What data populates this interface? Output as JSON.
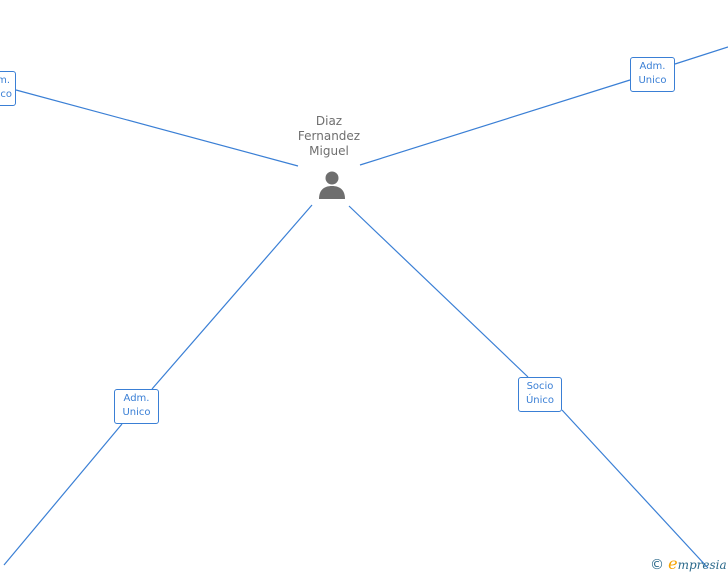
{
  "person": {
    "name_lines": [
      "Diaz",
      "Fernandez",
      "Miguel"
    ],
    "icon": "person-icon"
  },
  "roles": {
    "top_left": [
      "Adm.",
      "Unico"
    ],
    "top_right": [
      "Adm.",
      "Unico"
    ],
    "bottom_left": [
      "Adm.",
      "Unico"
    ],
    "bottom_right": [
      "Socio",
      "Único"
    ]
  },
  "watermark": {
    "copyright_symbol": "©",
    "brand_initial": "e",
    "brand_rest": "mpresia"
  },
  "colors": {
    "edge": "#3a7fd5",
    "person_text": "#6f6f6f",
    "person_icon": "#6e6e6e",
    "brand_accent": "#f5a300"
  }
}
